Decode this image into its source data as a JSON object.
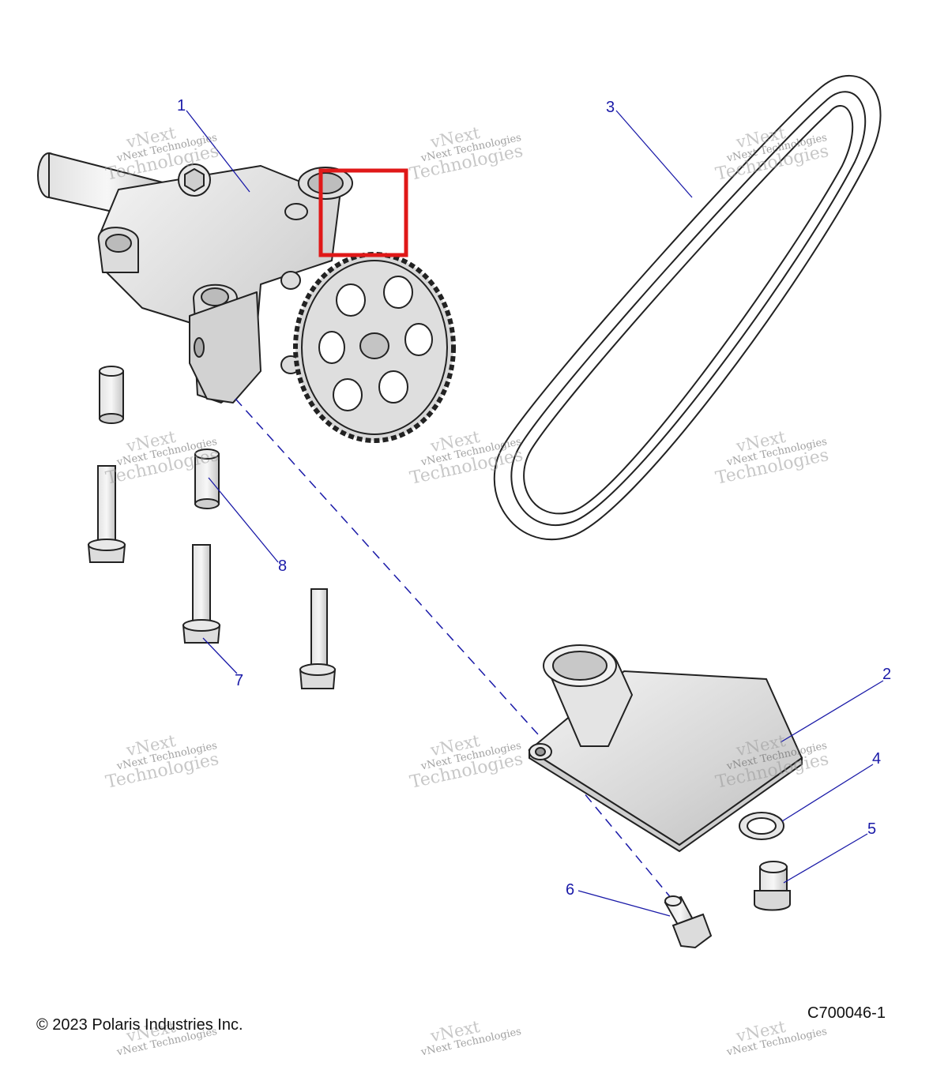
{
  "diagram": {
    "callouts": [
      {
        "id": "callout-1",
        "text": "1"
      },
      {
        "id": "callout-2",
        "text": "2"
      },
      {
        "id": "callout-3",
        "text": "3"
      },
      {
        "id": "callout-4",
        "text": "4"
      },
      {
        "id": "callout-5",
        "text": "5"
      },
      {
        "id": "callout-6",
        "text": "6"
      },
      {
        "id": "callout-7",
        "text": "7"
      },
      {
        "id": "callout-8",
        "text": "8"
      }
    ],
    "highlight_color": "#e01818",
    "callout_color": "#1a1aa8"
  },
  "footer": {
    "copyright": "© 2023 Polaris Industries Inc.",
    "figure_id": "C700046-1"
  },
  "watermark": {
    "line1": "vNext",
    "line2": "vNext Technologies",
    "line3": "Technologies"
  }
}
